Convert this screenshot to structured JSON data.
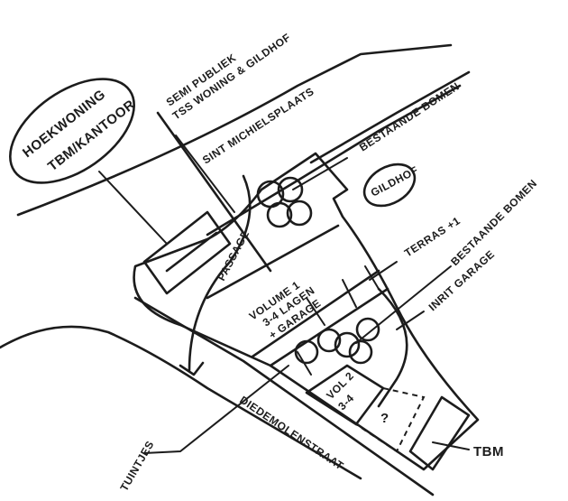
{
  "labels": {
    "corner_house_1": "HOEKWONING",
    "corner_house_2": "TBM/KANTOOR",
    "semi_public_1": "SEMI PUBLIEK",
    "semi_public_2": "TSS WONING & GILDHOF",
    "street_north": "SINT MICHIELSPLAATS",
    "existing_trees_north": "BESTAANDE BOMEN",
    "gildhof": "GILDHOF",
    "passage": "PASSAGE",
    "volume1_1": "VOLUME 1",
    "volume1_2": "3-4 LAGEN",
    "volume1_3": "+ GARAGE",
    "terrace": "TERRAS +1",
    "existing_trees_east": "BESTAANDE BOMEN",
    "garage_entrance": "INRIT GARAGE",
    "volume2_1": "VOL 2",
    "volume2_2": "3-4",
    "unknown": "?",
    "tbm": "TBM",
    "street_south": "DIEDEMOLENSTRAAT",
    "gardens": "TUINTJES"
  }
}
